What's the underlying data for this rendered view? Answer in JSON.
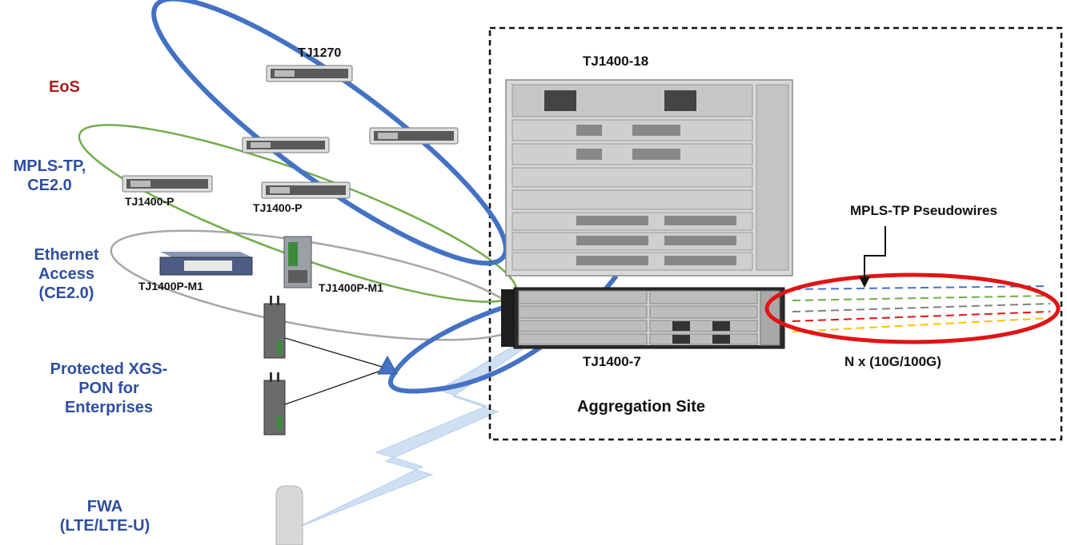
{
  "services": {
    "eos": "EoS",
    "mpls_line1": "MPLS-TP,",
    "mpls_line2": "CE2.0",
    "eth_line1": "Ethernet",
    "eth_line2": "Access",
    "eth_line3": "(CE2.0)",
    "xgs_line1": "Protected XGS-",
    "xgs_line2": "PON for",
    "xgs_line3": "Enterprises",
    "fwa_line1": "FWA",
    "fwa_line2": "(LTE/LTE-U)"
  },
  "devices": {
    "tj1270": "TJ1270",
    "tj1400p_a": "TJ1400-P",
    "tj1400p_b": "TJ1400-P",
    "tj1400pm1_a": "TJ1400P-M1",
    "tj1400pm1_b": "TJ1400P-M1",
    "tj1400_18": "TJ1400-18",
    "tj1400_7": "TJ1400-7"
  },
  "site": {
    "title": "Aggregation Site",
    "pseudowires": "MPLS-TP Pseudowires",
    "links": "N x (10G/100G)"
  },
  "colors": {
    "eos_ring": "#4472c4",
    "mpls_ring": "#70ad47",
    "eth_ring": "#a6a6a6",
    "pw_ring": "#e01515",
    "service_text": "#2e4f9e",
    "eos_text": "#b01c1c",
    "pw_lines": [
      "#4472c4",
      "#70ad47",
      "#7f7f7f",
      "#e01515",
      "#ffc000"
    ]
  }
}
